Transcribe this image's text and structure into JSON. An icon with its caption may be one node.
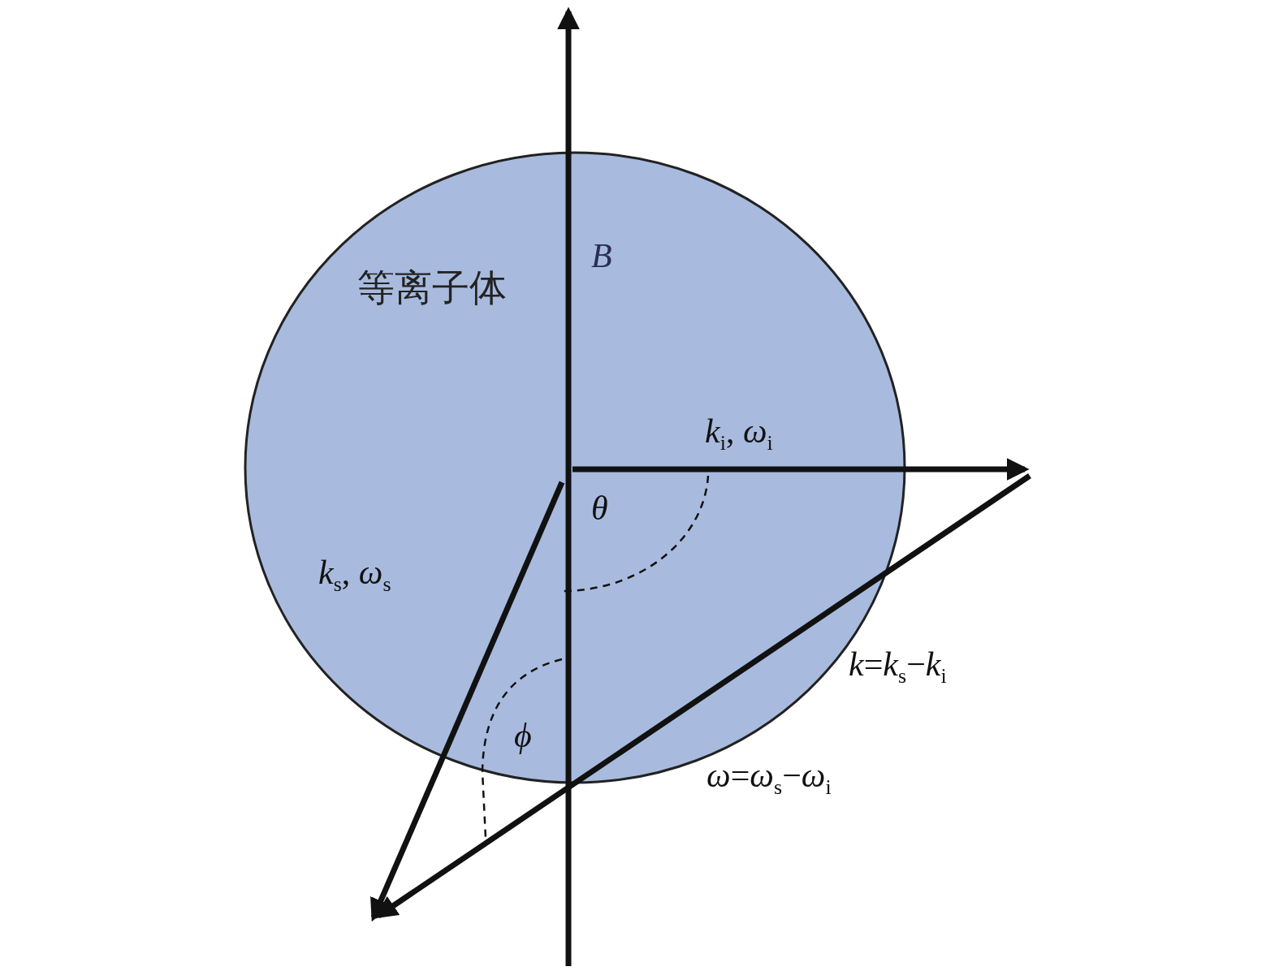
{
  "diagram": {
    "nodes": [
      {
        "text": [
          "等离子体"
        ]
      }
    ],
    "labels": [
      "B",
      "*k*$_{i}$, *ω*$_{i}$",
      "θ",
      "*k*$_{s}$, *ω*$_{s}$",
      "*k*=*k*$_{s}$−*k*$_{i}$",
      "ϕ",
      "*ω*=*ω*$_{s}$−*ω*$_{i}$"
    ]
  }
}
